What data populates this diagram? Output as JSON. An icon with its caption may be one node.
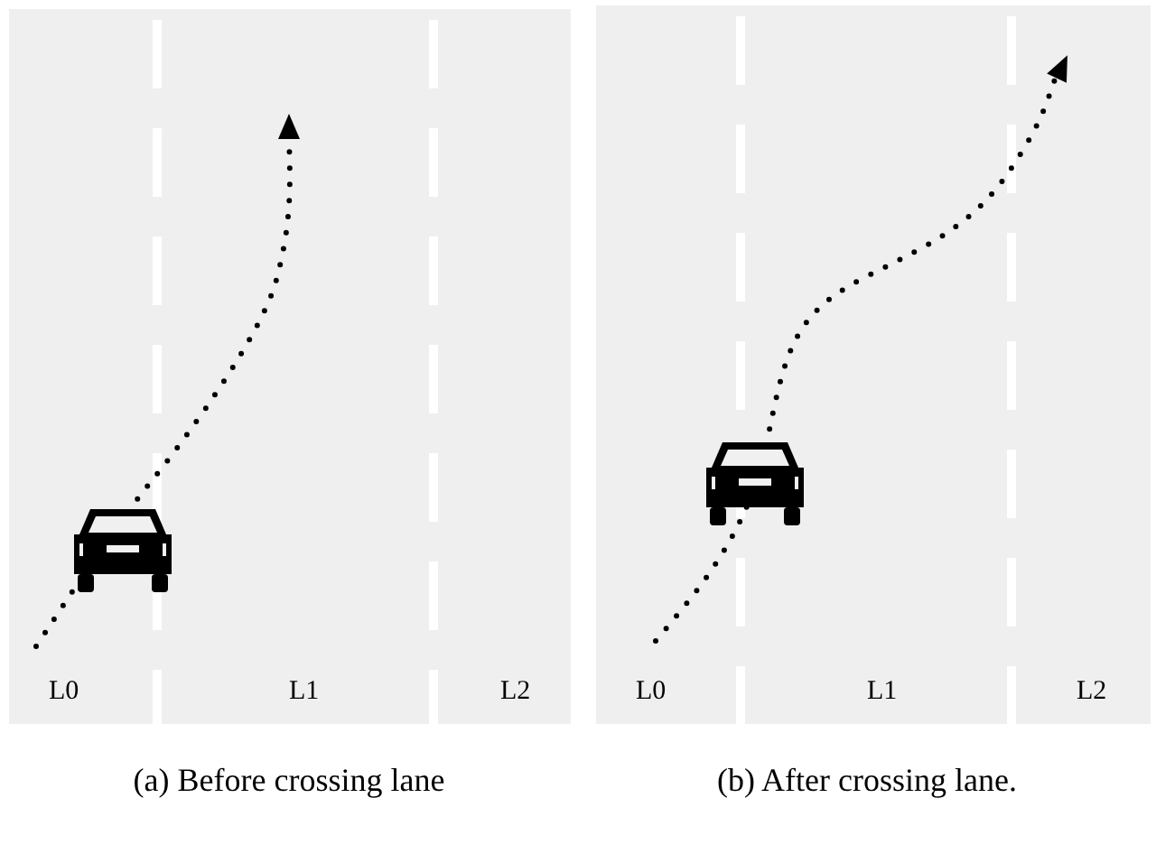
{
  "diagram": {
    "labels": [
      "L0",
      "L1",
      "L2",
      "L0",
      "L1",
      "L2",
      "(a) Before crossing lane",
      "(b) After crossing lane."
    ]
  }
}
